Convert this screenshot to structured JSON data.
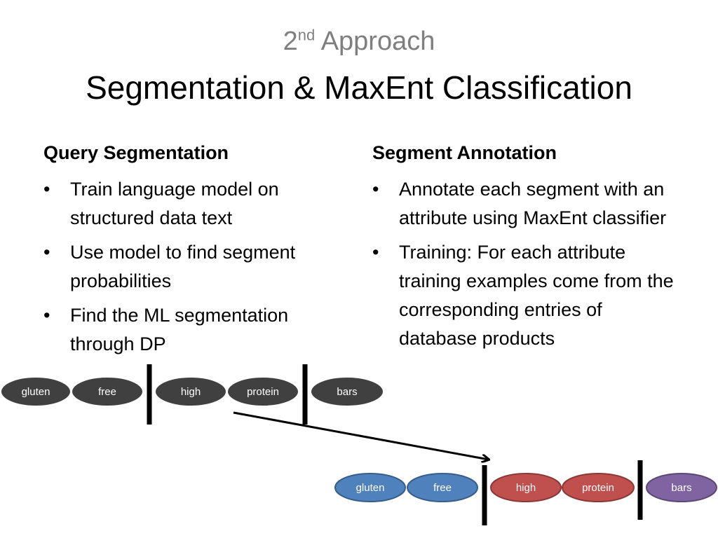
{
  "subtitle": {
    "prefix": "2",
    "sup": "nd",
    "suffix": " Approach"
  },
  "title": "Segmentation & MaxEnt Classification",
  "left": {
    "heading": "Query Segmentation",
    "bullets": [
      "Train language model on structured data text",
      "Use model to find segment probabilities",
      "Find the ML segmentation through DP"
    ]
  },
  "right": {
    "heading": "Segment Annotation",
    "bullets": [
      "Annotate each segment with an attribute using MaxEnt classifier",
      "Training: For each attribute training examples come from the corresponding entries of database products"
    ]
  },
  "top_tokens": [
    "gluten",
    "free",
    "high",
    "protein",
    "bars"
  ],
  "bottom_tokens": [
    "gluten",
    "free",
    "high",
    "protein",
    "bars"
  ],
  "colors": {
    "dark_fill": "#404040",
    "blue_fill": "#4f81bd",
    "blue_stroke": "#385d8a",
    "red_fill": "#c0504d",
    "red_stroke": "#8c3836",
    "purple_fill": "#8064a2",
    "purple_stroke": "#5c4776"
  }
}
